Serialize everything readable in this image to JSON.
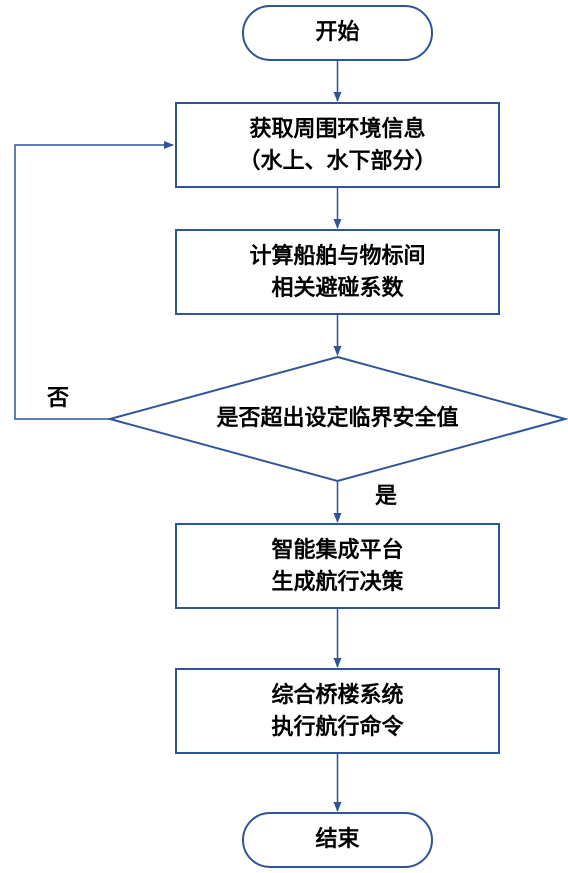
{
  "flowchart": {
    "start": "开始",
    "step1": {
      "line1": "获取周围环境信息",
      "line2": "（水上、水下部分）"
    },
    "step2": {
      "line1": "计算船舶与物标间",
      "line2": "相关避碰系数"
    },
    "decision": {
      "text": "是否超出设定临界安全值",
      "no_label": "否",
      "yes_label": "是"
    },
    "step3": {
      "line1": "智能集成平台",
      "line2": "生成航行决策"
    },
    "step4": {
      "line1": "综合桥楼系统",
      "line2": "执行航行命令"
    },
    "end": "结束"
  },
  "colors": {
    "stroke": "#2F5597",
    "fill": "#FFFFFF",
    "text": "#000000"
  }
}
